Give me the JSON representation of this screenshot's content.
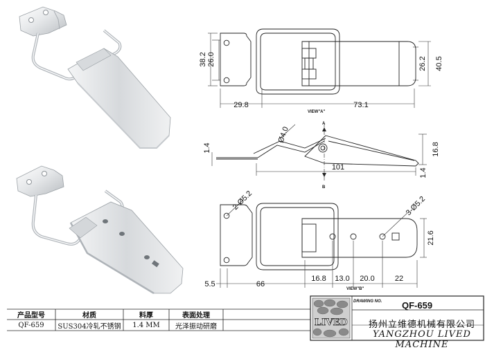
{
  "dimensions": {
    "top_height_total": "38.2",
    "top_height_inner": "26.0",
    "top_right_inner": "26.2",
    "top_right_total": "40.5",
    "top_left_width": "29.8",
    "top_width": "73.1",
    "view_a": "VIEW\"A\"",
    "side_pin_dia": "Ø4.0",
    "side_thickness": "1.4",
    "side_height": "16.8",
    "side_length": "101",
    "side_thickness_right": "1.4",
    "section_a": "A",
    "section_b": "B",
    "bottom_hole_left": "2-Ø5.2",
    "bottom_hole_right": "3-Ø5.2",
    "bottom_right_height": "21.6",
    "bottom_offset": "5.5",
    "bottom_span": "66",
    "bottom_d1": "16.8",
    "bottom_d2": "13.0",
    "bottom_d3": "20.0",
    "bottom_d4": "22",
    "view_b": "VIEW\"B\""
  },
  "title_block": {
    "headers": [
      "产品型号",
      "材质",
      "料厚",
      "表面处理"
    ],
    "values": [
      "QF-659",
      "SUS304冷轧不锈钢",
      "1.4 MM",
      "光泽振动研磨"
    ],
    "drawing_no_label": "DRAWING NO.",
    "drawing_no": "QF-659",
    "logo_text": "LIVED",
    "company_cn": "扬州立维德机械有限公司",
    "company_en": "YANGZHOU LIVED MACHINE"
  }
}
